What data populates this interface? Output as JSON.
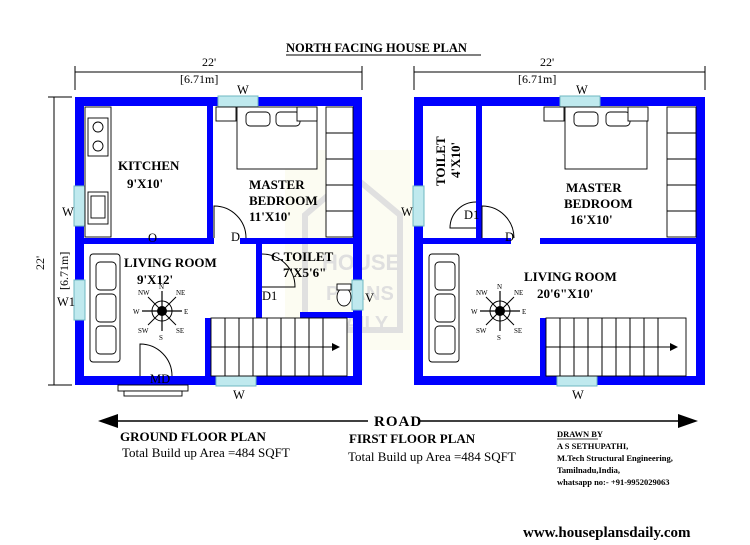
{
  "title": "NORTH FACING HOUSE PLAN",
  "left_plan": {
    "width_ft": "22'",
    "width_m": "[6.71m]",
    "height_ft": "22'",
    "height_m": "[6.71m]",
    "rooms": {
      "kitchen": {
        "name": "KITCHEN",
        "size": "9'X10'"
      },
      "master_bedroom": {
        "name_1": "MASTER",
        "name_2": "BEDROOM",
        "size": "11'X10'"
      },
      "living_room": {
        "name": "LIVING ROOM",
        "size": "9'X12'"
      },
      "c_toilet": {
        "name": "C.TOILET",
        "size": "7'X5'6\""
      }
    },
    "labels": {
      "w_top": "W",
      "w_left": "W",
      "w1_left": "W1",
      "o": "O",
      "d": "D",
      "d1": "D1",
      "v": "V",
      "md": "MD",
      "w_bottom": "W"
    },
    "plan_name": "GROUND FLOOR PLAN",
    "area": "Total Build up Area =484 SQFT"
  },
  "right_plan": {
    "width_ft": "22'",
    "width_m": "[6.71m]",
    "rooms": {
      "toilet": {
        "name": "TOILET",
        "size": "4'X10'"
      },
      "master_bedroom": {
        "name_1": "MASTER",
        "name_2": "BEDROOM",
        "size": "16'X10'"
      },
      "living_room": {
        "name": "LIVING ROOM",
        "size": "20'6\"X10'"
      }
    },
    "labels": {
      "w_top": "W",
      "w_left": "W",
      "d1": "D1",
      "d": "D",
      "w_bottom": "W"
    },
    "plan_name": "FIRST FLOOR PLAN",
    "area": "Total Build up Area =484 SQFT"
  },
  "road": "ROAD",
  "compass": {
    "n": "N",
    "ne": "NE",
    "e": "E",
    "se": "SE",
    "s": "S",
    "sw": "SW",
    "w": "W",
    "nw": "NW"
  },
  "credit": {
    "drawn_by": "DRAWN BY",
    "name": "A S SETHUPATHI,",
    "degree": "M.Tech Structural Engineering,",
    "place": "Tamilnadu,India,",
    "phone": "whatsapp no:- +91-9952029063"
  },
  "website": "www.houseplansdaily.com",
  "watermark": {
    "line1": "HOUSE",
    "line2": "PLANS",
    "line3": "DAILY"
  },
  "colors": {
    "wall": "#0000ff",
    "window": "#bfe9ee",
    "watermark": "#d8d8d8"
  }
}
